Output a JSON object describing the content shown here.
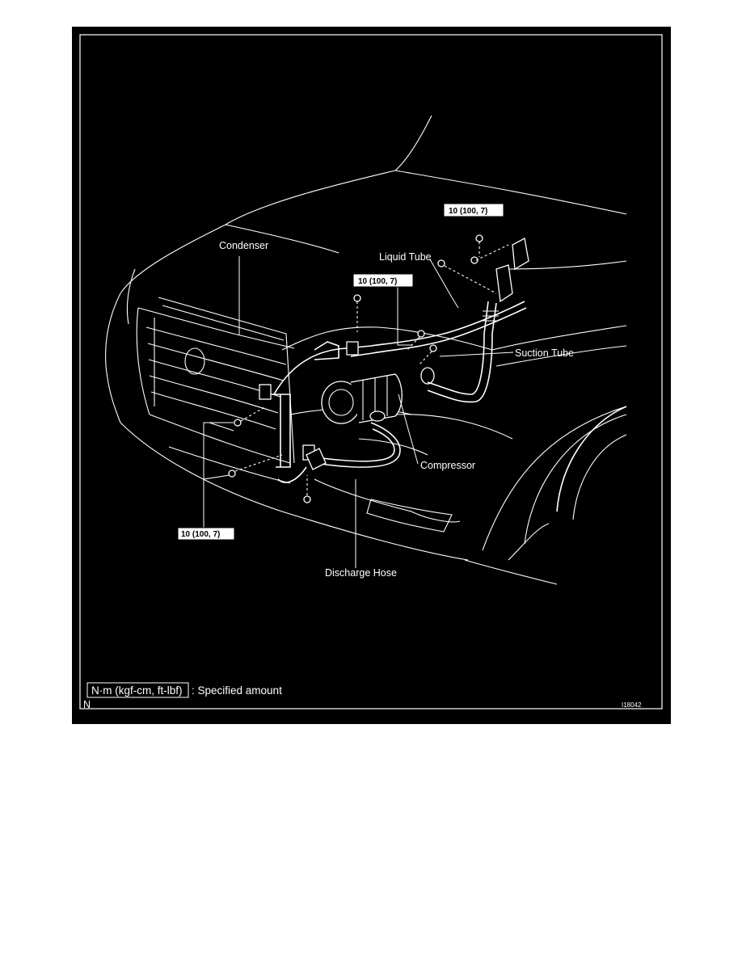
{
  "diagram": {
    "labels": {
      "condenser": "Condenser",
      "liquid_tube": "Liquid Tube",
      "suction_tube": "Suction Tube",
      "compressor": "Compressor",
      "discharge_hose": "Discharge Hose"
    },
    "torque": {
      "top_right": "10 (100, 7)",
      "top_center": "10 (100, 7)",
      "bottom_left": "10 (100, 7)"
    },
    "legend": {
      "unit_box": "N·m (kgf-cm, ft-lbf)",
      "text": ": Specified amount"
    },
    "corner_left": "N",
    "figure_id": "I18042"
  }
}
